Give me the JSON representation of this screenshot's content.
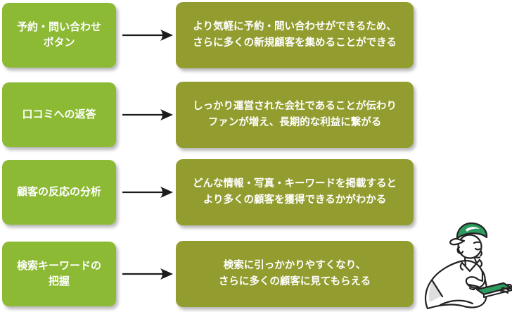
{
  "diagram": {
    "rows": [
      {
        "label": "予約・問い合わせ\nボタン",
        "benefit": "より気軽に予約・問い合わせができるため、\nさらに多くの新規顧客を集めることができる"
      },
      {
        "label": "口コミへの返答",
        "benefit": "しっかり運営された会社であることが伝わり\nファンが増え、長期的な利益に繋がる"
      },
      {
        "label": "顧客の反応の分析",
        "benefit": "どんな情報・写真・キーワードを掲載すると\nより多くの顧客を獲得できるかがわかる"
      },
      {
        "label": "検索キーワードの\n把握",
        "benefit": "検索に引っかかりやすくなり、\nさらに多くの顧客に見てもらえる"
      }
    ],
    "arrow_icon": "right-arrow",
    "illustration": "person-looking-at-tablet"
  },
  "colors": {
    "label_box": "#8cba35",
    "result_box": "#939d2f",
    "box_text": "#ffffff",
    "arrow": "#1c1c1c",
    "illustration_green": "#2e9a5f",
    "illustration_line": "#222222",
    "background": "#ffffff"
  }
}
